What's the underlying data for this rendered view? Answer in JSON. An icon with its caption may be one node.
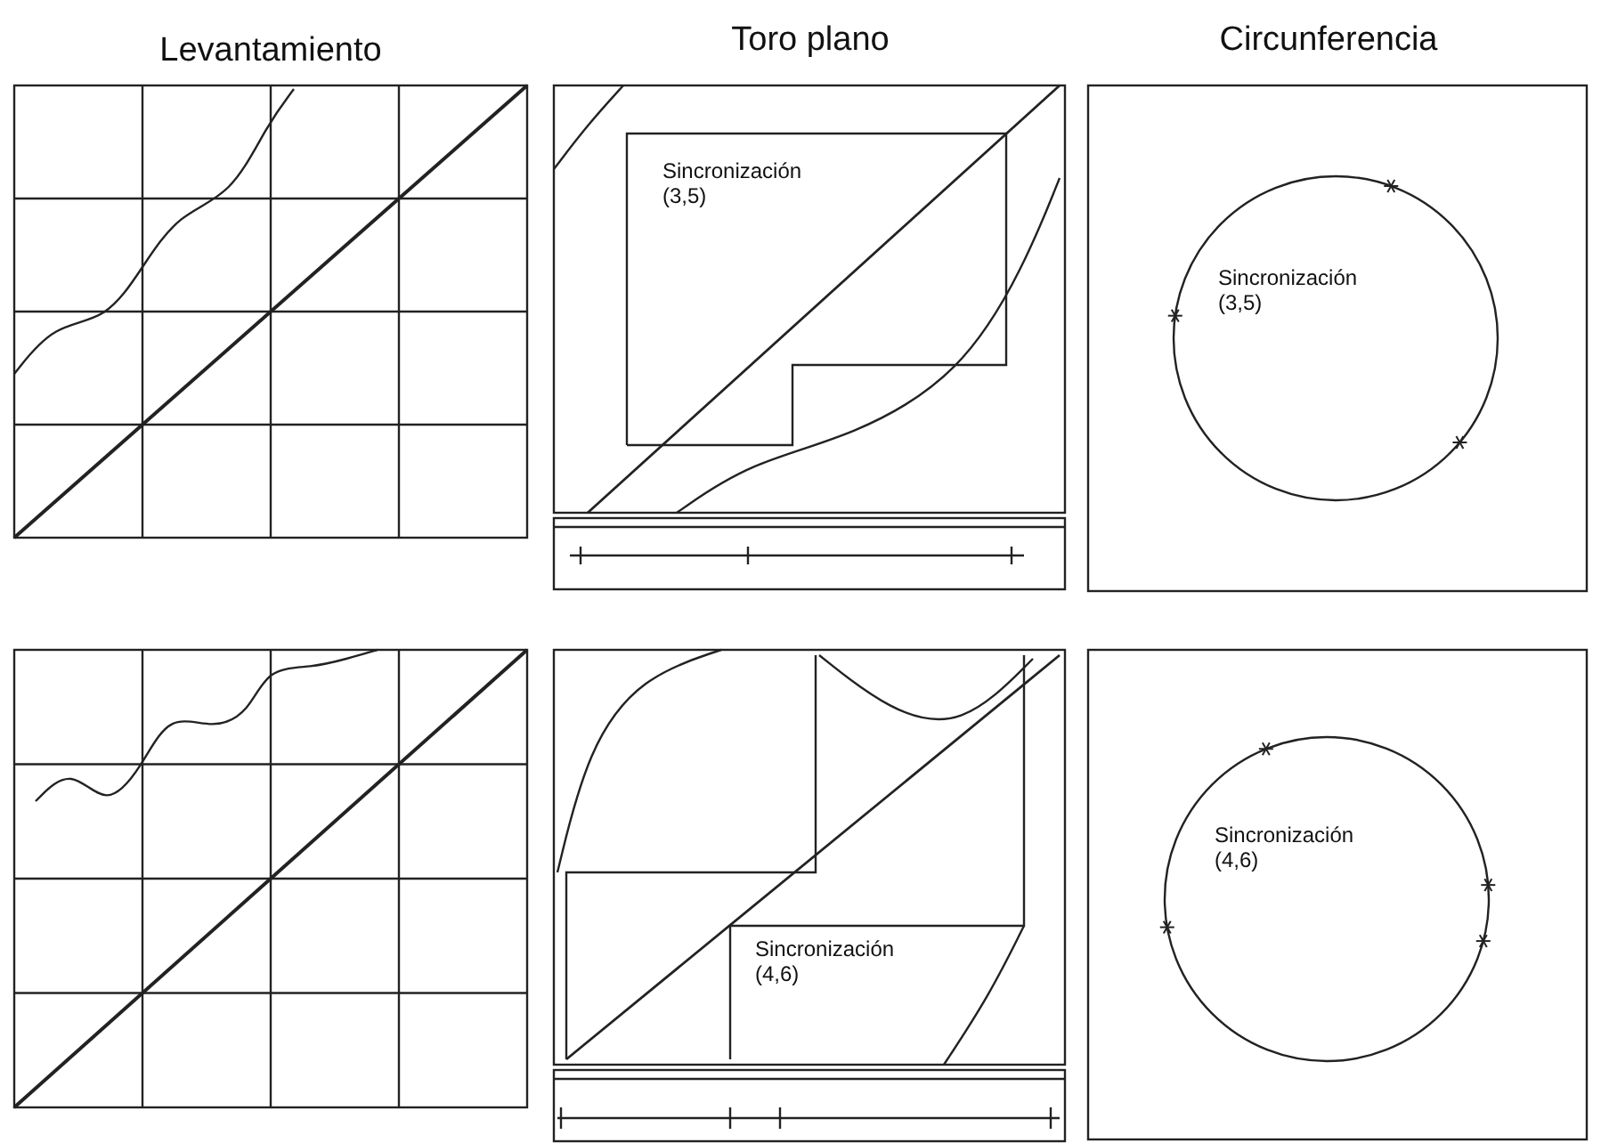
{
  "diagram": {
    "labels": [
      "Levantamiento",
      "Toro plano",
      "Circunferencia",
      "Sincronización (3,5)",
      "Sincronización (3,5)",
      "Sincronización (4,6)",
      "Sincronización (4,6)"
    ]
  }
}
